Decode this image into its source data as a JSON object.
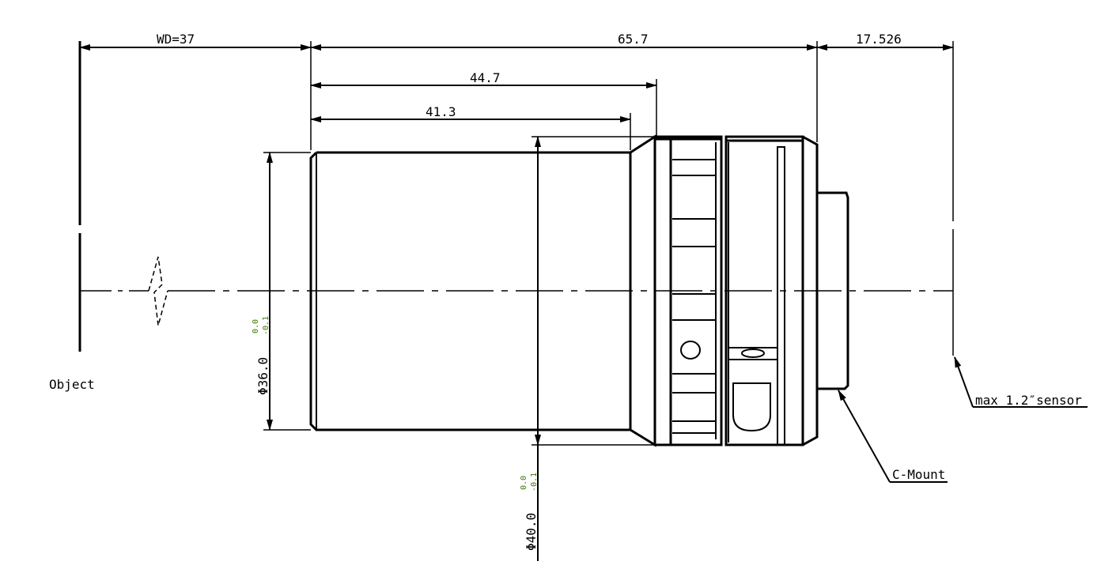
{
  "dimensions": {
    "working_distance": "WD=37",
    "total_length": "65.7",
    "back_focal": "17.526",
    "length_to_ring": "44.7",
    "barrel_length": "41.3",
    "barrel_diameter": "Φ36.0",
    "barrel_tol_upper": "0.0",
    "barrel_tol_lower": "-0.1",
    "max_diameter": "Φ40.0",
    "max_tol_upper": "0.0",
    "max_tol_lower": "-0.1"
  },
  "labels": {
    "object": "Object",
    "sensor": "max 1.2″sensor",
    "mount": "C-Mount"
  }
}
